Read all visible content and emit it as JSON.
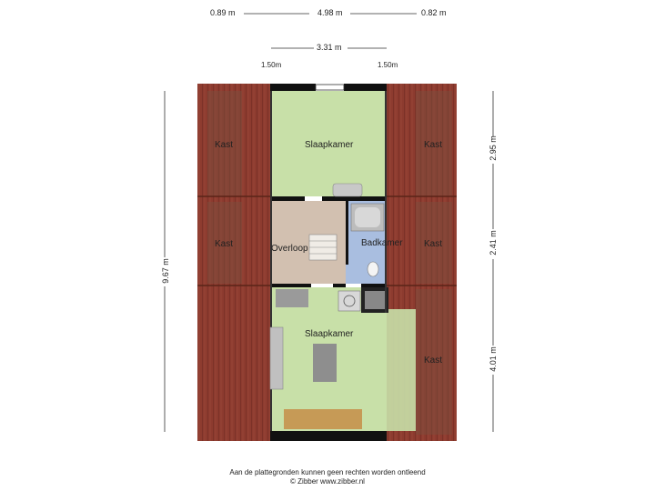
{
  "dimensions": {
    "top_left": "0.89 m",
    "top_middle": "4.98 m",
    "top_right": "0.82 m",
    "second_row": "3.31 m",
    "wall_left": "1.50m",
    "wall_right": "1.50m",
    "left_total": "9.67 m",
    "right_top": "2.95 m",
    "right_middle": "2.41 m",
    "right_bottom": "4.01 m"
  },
  "rooms": {
    "kast_top_left": "Kast",
    "kast_mid_left": "Kast",
    "kast_top_right": "Kast",
    "kast_mid_right": "Kast",
    "kast_bottom_right": "Kast",
    "slaapkamer_top": "Slaapkamer",
    "slaapkamer_bottom": "Slaapkamer",
    "overloop": "Overloop",
    "badkamer": "Badkamer"
  },
  "footer": {
    "line1": "Aan de plattegronden kunnen geen rechten worden ontleend",
    "line2": "© Zibber www.zibber.nl"
  },
  "colors": {
    "roof": "#8b3a2e",
    "bedroom": "#c8e0a8",
    "landing": "#d2c0b0",
    "bathroom": "#a9bee0"
  }
}
